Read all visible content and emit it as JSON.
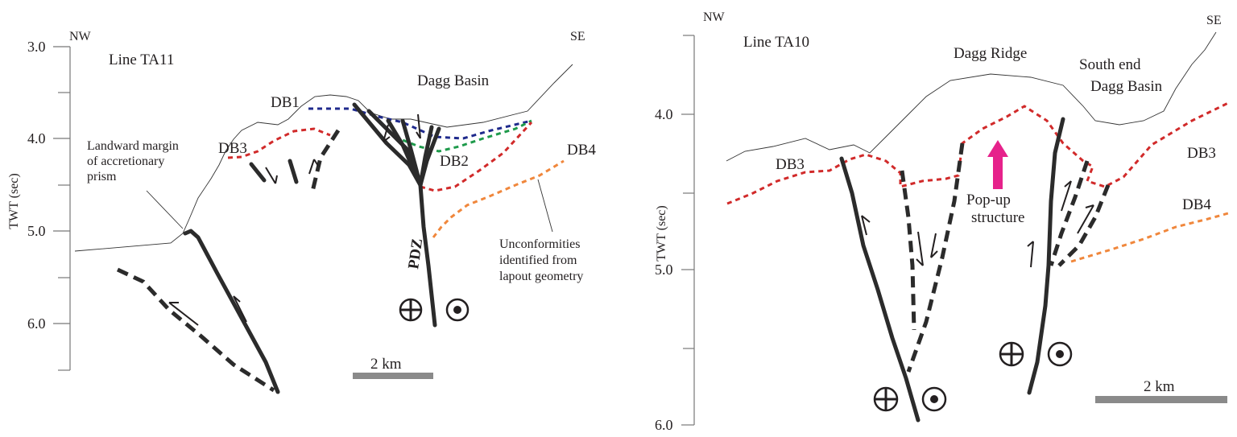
{
  "colors": {
    "db1_unconformity": "#1f2a8c",
    "db2_unconformity": "#1e9a4b",
    "db3_unconformity": "#d12a2a",
    "db4_unconformity": "#f0873c",
    "popup_arrow": "#e6228b",
    "scale_bar": "#8a8a8a",
    "fault": "#2b2b2b"
  },
  "left_panel": {
    "line_label": "Line TA11",
    "nw_label": "NW",
    "se_label": "SE",
    "basin_label": "Dagg Basin",
    "y_axis_label": "TWT (sec)",
    "y_ticks": [
      "3.0",
      "4.0",
      "5.0",
      "6.0"
    ],
    "db1": "DB1",
    "db2": "DB2",
    "db3": "DB3",
    "db4": "DB4",
    "pdz": "PDZ",
    "margin_line1": "Landward margin",
    "margin_line2": "of accretionary",
    "margin_line3": "prism",
    "unc_line1": "Unconformities",
    "unc_line2": "identified from",
    "unc_line3": "lapout geometry",
    "scale_label": "2 km",
    "symbols": [
      "toward-viewer-plus-icon",
      "away-dot-icon"
    ]
  },
  "right_panel": {
    "line_label": "Line TA10",
    "nw_label": "NW",
    "se_label": "SE",
    "ridge_label": "Dagg Ridge",
    "south_line1": "South end",
    "south_line2": "Dagg Basin",
    "y_axis_label": "TWT (sec)",
    "y_ticks": [
      "4.0",
      "5.0",
      "6.0"
    ],
    "db3_left": "DB3",
    "db3_right": "DB3",
    "db4": "DB4",
    "popup_line1": "Pop-up",
    "popup_line2": "structure",
    "scale_label": "2 km"
  }
}
